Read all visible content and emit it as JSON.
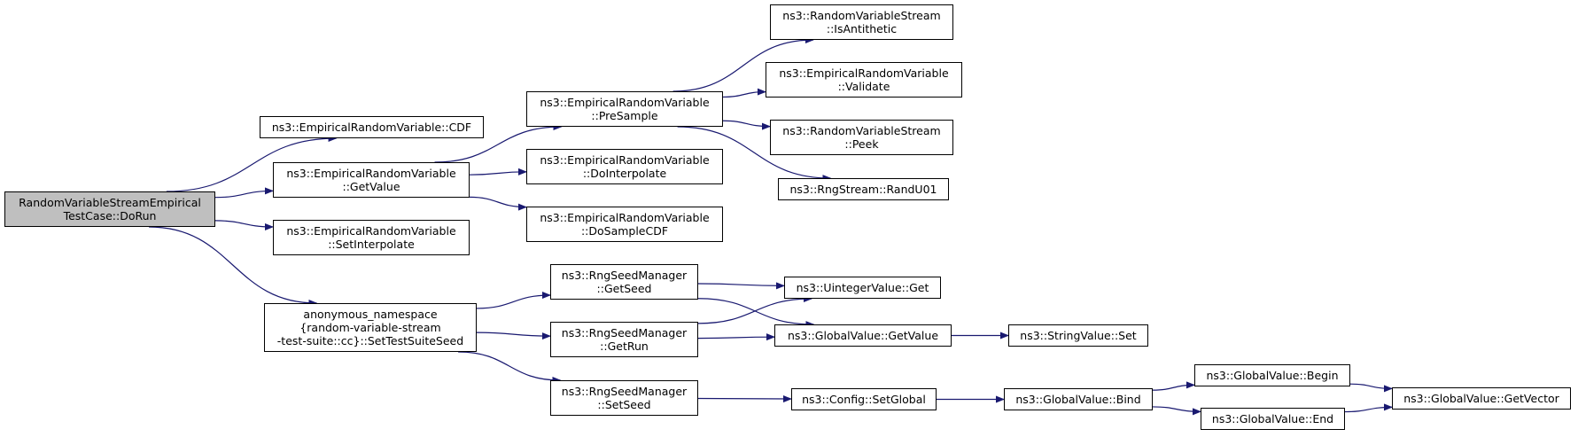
{
  "colors": {
    "edge": "#191970",
    "node_border": "#000000",
    "root_fill": "#bfbfbf",
    "node_fill": "#ffffff"
  },
  "nodes": {
    "dorun": {
      "lines": [
        "RandomVariableStreamEmpirical",
        "TestCase::DoRun"
      ]
    },
    "cdf": {
      "lines": [
        "ns3::EmpiricalRandomVariable::CDF"
      ]
    },
    "getvalue": {
      "lines": [
        "ns3::EmpiricalRandomVariable",
        "::GetValue"
      ]
    },
    "setinterpolate": {
      "lines": [
        "ns3::EmpiricalRandomVariable",
        "::SetInterpolate"
      ]
    },
    "settestsuiteseed": {
      "lines": [
        "anonymous_namespace",
        "{random-variable-stream",
        "-test-suite::cc}::SetTestSuiteSeed"
      ]
    },
    "presample": {
      "lines": [
        "ns3::EmpiricalRandomVariable",
        "::PreSample"
      ]
    },
    "dointerpolate": {
      "lines": [
        "ns3::EmpiricalRandomVariable",
        "::DoInterpolate"
      ]
    },
    "dosamplecdf": {
      "lines": [
        "ns3::EmpiricalRandomVariable",
        "::DoSampleCDF"
      ]
    },
    "getseed": {
      "lines": [
        "ns3::RngSeedManager",
        "::GetSeed"
      ]
    },
    "getrun": {
      "lines": [
        "ns3::RngSeedManager",
        "::GetRun"
      ]
    },
    "setseed": {
      "lines": [
        "ns3::RngSeedManager",
        "::SetSeed"
      ]
    },
    "isantithetic": {
      "lines": [
        "ns3::RandomVariableStream",
        "::IsAntithetic"
      ]
    },
    "validate": {
      "lines": [
        "ns3::EmpiricalRandomVariable",
        "::Validate"
      ]
    },
    "peek": {
      "lines": [
        "ns3::RandomVariableStream",
        "::Peek"
      ]
    },
    "randu01": {
      "lines": [
        "ns3::RngStream::RandU01"
      ]
    },
    "uintegerget": {
      "lines": [
        "ns3::UintegerValue::Get"
      ]
    },
    "globalgetvalue": {
      "lines": [
        "ns3::GlobalValue::GetValue"
      ]
    },
    "setglobal": {
      "lines": [
        "ns3::Config::SetGlobal"
      ]
    },
    "stringset": {
      "lines": [
        "ns3::StringValue::Set"
      ]
    },
    "bind": {
      "lines": [
        "ns3::GlobalValue::Bind"
      ]
    },
    "begin": {
      "lines": [
        "ns3::GlobalValue::Begin"
      ]
    },
    "end": {
      "lines": [
        "ns3::GlobalValue::End"
      ]
    },
    "getvector": {
      "lines": [
        "ns3::GlobalValue::GetVector"
      ]
    }
  },
  "edges": [
    [
      "dorun",
      "cdf"
    ],
    [
      "dorun",
      "getvalue"
    ],
    [
      "dorun",
      "setinterpolate"
    ],
    [
      "dorun",
      "settestsuiteseed"
    ],
    [
      "getvalue",
      "presample"
    ],
    [
      "getvalue",
      "dointerpolate"
    ],
    [
      "getvalue",
      "dosamplecdf"
    ],
    [
      "presample",
      "isantithetic"
    ],
    [
      "presample",
      "validate"
    ],
    [
      "presample",
      "peek"
    ],
    [
      "presample",
      "randu01"
    ],
    [
      "settestsuiteseed",
      "getseed"
    ],
    [
      "settestsuiteseed",
      "getrun"
    ],
    [
      "settestsuiteseed",
      "setseed"
    ],
    [
      "getseed",
      "uintegerget"
    ],
    [
      "getseed",
      "globalgetvalue"
    ],
    [
      "getrun",
      "uintegerget"
    ],
    [
      "getrun",
      "globalgetvalue"
    ],
    [
      "globalgetvalue",
      "stringset"
    ],
    [
      "setseed",
      "setglobal"
    ],
    [
      "setglobal",
      "bind"
    ],
    [
      "bind",
      "begin"
    ],
    [
      "bind",
      "end"
    ],
    [
      "begin",
      "getvector"
    ],
    [
      "end",
      "getvector"
    ]
  ]
}
